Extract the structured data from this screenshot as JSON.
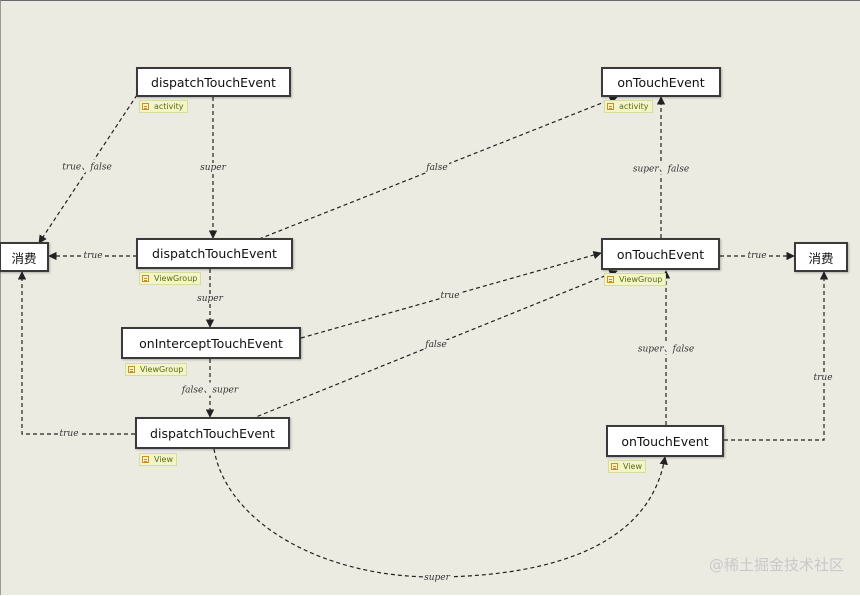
{
  "nodes": {
    "activity_dispatch": "dispatchTouchEvent",
    "activity_ontouch": "onTouchEvent",
    "consume_left": "消费",
    "viewgroup_dispatch": "dispatchTouchEvent",
    "viewgroup_ontouch": "onTouchEvent",
    "consume_right": "消费",
    "viewgroup_intercept": "onInterceptTouchEvent",
    "view_dispatch": "dispatchTouchEvent",
    "view_ontouch": "onTouchEvent"
  },
  "notes": {
    "activity_dispatch": "activity",
    "activity_ontouch": "activity",
    "viewgroup_dispatch": "ViewGroup",
    "viewgroup_ontouch": "ViewGroup",
    "viewgroup_intercept": "ViewGroup",
    "view_dispatch": "View",
    "view_ontouch": "View"
  },
  "edge_labels": {
    "act_to_consume": "true、false",
    "act_super": "super",
    "vg_to_act_ontouch": "false",
    "vg_ontouch_to_act_ontouch": "super、false",
    "vg_to_consume": "true",
    "vg_ontouch_to_consume": "true",
    "vg_super": "super",
    "intercept_to_vg_ontouch": "true",
    "view_to_vg_ontouch": "false",
    "view_ontouch_to_vg_ontouch": "super、false",
    "intercept_super": "false、super",
    "view_ontouch_to_consume": "true",
    "view_to_consume": "true",
    "view_super": "super"
  },
  "watermark": "@稀土掘金技术社区",
  "colors": {
    "canvas": "#ecebe2",
    "box_border": "#3a3a3a",
    "note_bg": "#f1f5c8",
    "edge": "#222222"
  }
}
